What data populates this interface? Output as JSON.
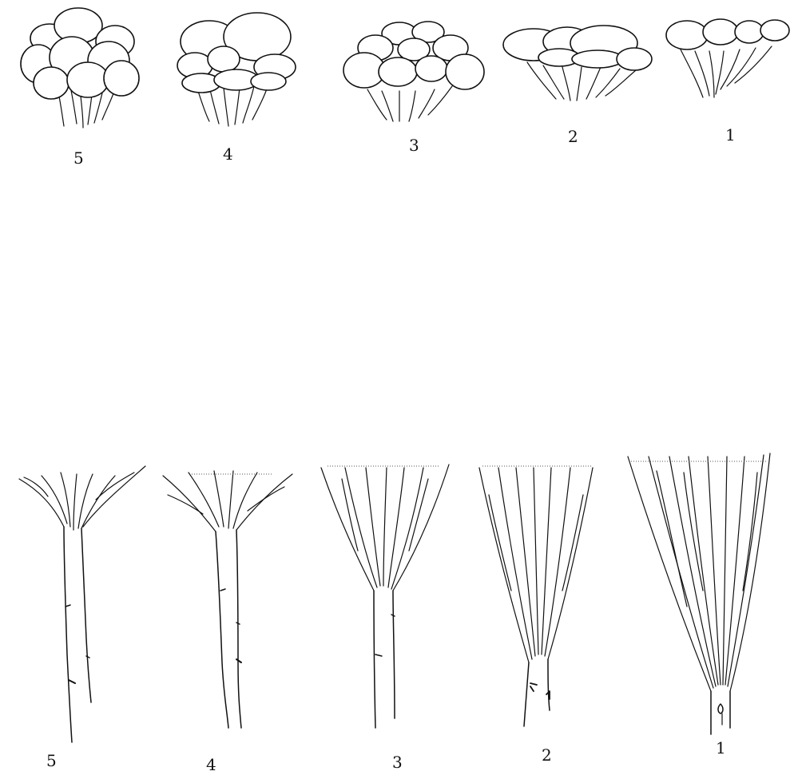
{
  "figure": {
    "top_row": {
      "items": [
        {
          "label": "5"
        },
        {
          "label": "4"
        },
        {
          "label": "3"
        },
        {
          "label": "2"
        },
        {
          "label": "1"
        }
      ]
    },
    "bottom_row": {
      "items": [
        {
          "label": "5"
        },
        {
          "label": "4"
        },
        {
          "label": "3"
        },
        {
          "label": "2"
        },
        {
          "label": "1"
        }
      ]
    }
  }
}
